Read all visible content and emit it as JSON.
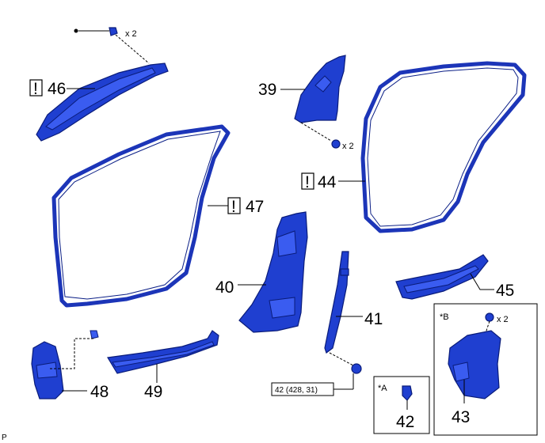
{
  "callouts": {
    "c46": "46",
    "c39": "39",
    "c44": "44",
    "c47": "47",
    "c40": "40",
    "c45": "45",
    "c41": "41",
    "c48": "48",
    "c49": "49",
    "c42": "42",
    "c43": "43"
  },
  "warning_symbol": "!",
  "quantities": {
    "q_clip46": "x 2",
    "q_screw39": "x 2",
    "q_clip43": "x 2"
  },
  "torque_label": "42 (428, 31)",
  "inset_labels": {
    "a": "*A",
    "b": "*B"
  },
  "corner_label": "P",
  "colors": {
    "part": "#1f3fd0",
    "outline": "#0a1c7a"
  }
}
